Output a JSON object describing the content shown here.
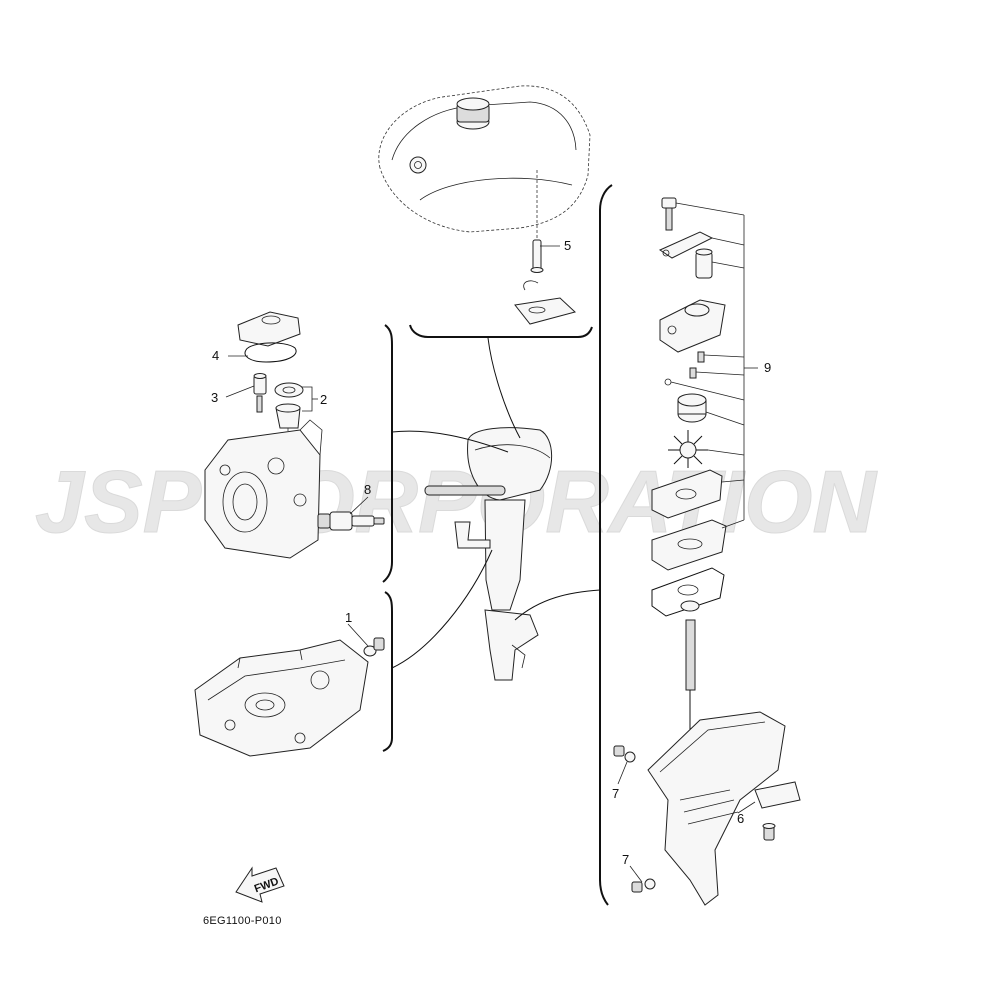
{
  "watermark": "JSP CORPORATION",
  "diagram_code": "6EG1100-P010",
  "fwd_label": "FWD",
  "callouts": {
    "c1": "1",
    "c2": "2",
    "c3": "3",
    "c4": "4",
    "c5": "5",
    "c6": "6",
    "c7a": "7",
    "c7b": "7",
    "c8": "8",
    "c9": "9"
  }
}
